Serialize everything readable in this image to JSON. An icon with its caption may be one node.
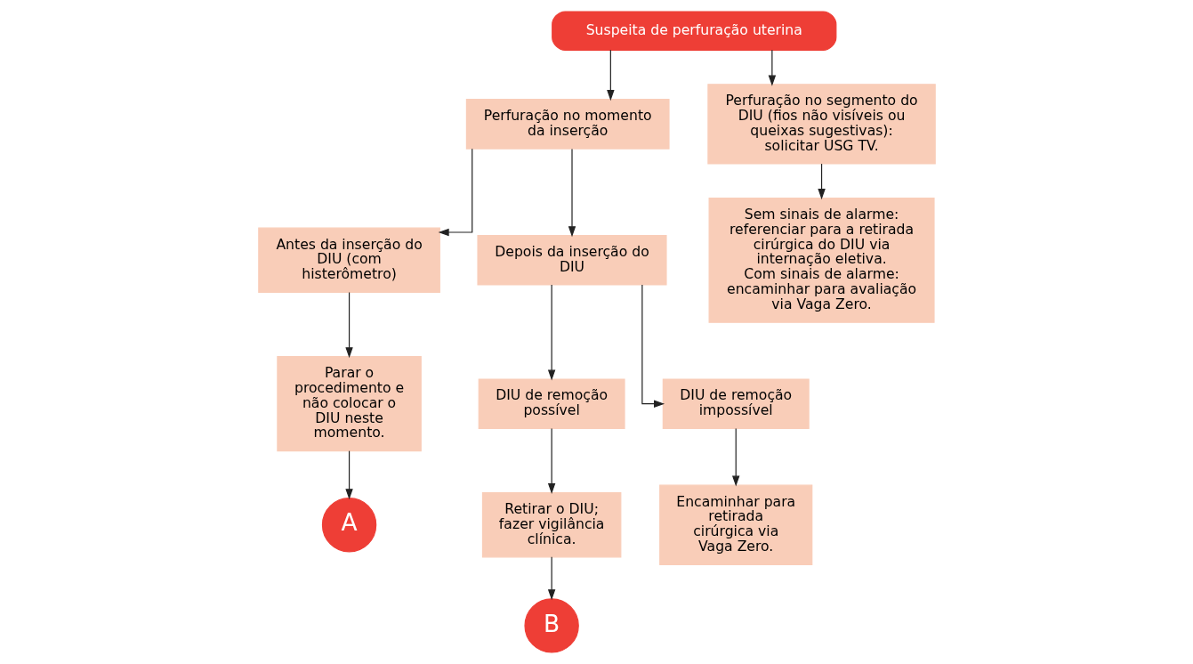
{
  "diagram": {
    "nodes": [
      {
        "text": [
          "Suspeita de perfuração uterina"
        ]
      },
      {
        "text": [
          "Perfuração no momento da inserção"
        ]
      },
      {
        "text": [
          "Perfuração no segmento do DIU (fios não visíveis ou queixas sugestivas): solicitar USG TV."
        ]
      },
      {
        "text": [
          "Antes da inserção do DIU (com histerômetro)"
        ]
      },
      {
        "text": [
          "Depois da inserção do DIU"
        ]
      },
      {
        "text": [
          "Sem sinais de alarme: referenciar para a retirada cirúrgica do DIU via internação eletiva.",
          "Com sinais de alarme: encaminhar para avaliação via Vaga Zero."
        ]
      },
      {
        "text": [
          "Parar o procedimento e não colocar o DIU neste momento."
        ]
      },
      {
        "text": [
          "DIU de remoção possível"
        ]
      },
      {
        "text": [
          "DIU de remoção impossível"
        ]
      },
      {
        "text": [
          "Retirar o DIU; fazer vigilância clínica."
        ]
      },
      {
        "text": [
          "Encaminhar para retirada cirúrgica via Vaga Zero."
        ]
      },
      {
        "text": [
          "A"
        ]
      },
      {
        "text": [
          "B"
        ]
      }
    ],
    "edges": [
      {
        "from": 0,
        "to": 1,
        "arrow": "to"
      },
      {
        "from": 0,
        "to": 2,
        "arrow": "to"
      },
      {
        "from": 1,
        "to": 3,
        "arrow": "to"
      },
      {
        "from": 1,
        "to": 4,
        "arrow": "to"
      },
      {
        "from": 2,
        "to": 5,
        "arrow": "to"
      },
      {
        "from": 3,
        "to": 6,
        "arrow": "to"
      },
      {
        "from": 4,
        "to": 7,
        "arrow": "to"
      },
      {
        "from": 4,
        "to": 8,
        "arrow": "to"
      },
      {
        "from": 6,
        "to": 11,
        "arrow": "to"
      },
      {
        "from": 7,
        "to": 9,
        "arrow": "to"
      },
      {
        "from": 8,
        "to": 10,
        "arrow": "to"
      },
      {
        "from": 9,
        "to": 12,
        "arrow": "to"
      }
    ]
  }
}
